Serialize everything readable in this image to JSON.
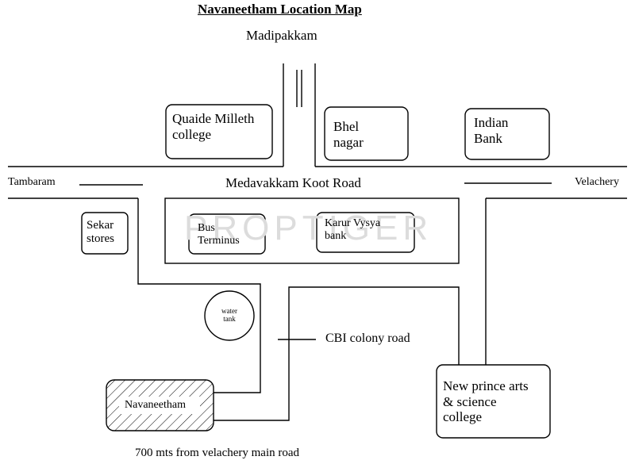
{
  "title": "Navaneetham Location Map",
  "watermark": "PROPTIGER",
  "colors": {
    "ink": "#000000",
    "background": "#ffffff",
    "watermark": "#dcdcdc"
  },
  "roads": {
    "north": "Madipakkam",
    "west": "Tambaram",
    "east": "Velachery",
    "main": "Medavakkam Koot Road",
    "colony": "CBI colony road"
  },
  "landmarks": {
    "quaide_milleth": [
      "Quaide Milleth",
      "college"
    ],
    "bhel_nagar": [
      "Bhel",
      "nagar"
    ],
    "indian_bank": [
      "Indian",
      "Bank"
    ],
    "sekar_stores": [
      "Sekar",
      "stores"
    ],
    "bus_terminus": [
      "Bus",
      "Terminus"
    ],
    "karur_vysya": [
      "Karur Vysya",
      "bank"
    ],
    "water_tank": [
      "water",
      "tank"
    ],
    "new_prince": [
      "New prince arts",
      "& science",
      "college"
    ]
  },
  "property": {
    "name": "Navaneetham",
    "distance_note": "700 mts from velachery main road"
  }
}
